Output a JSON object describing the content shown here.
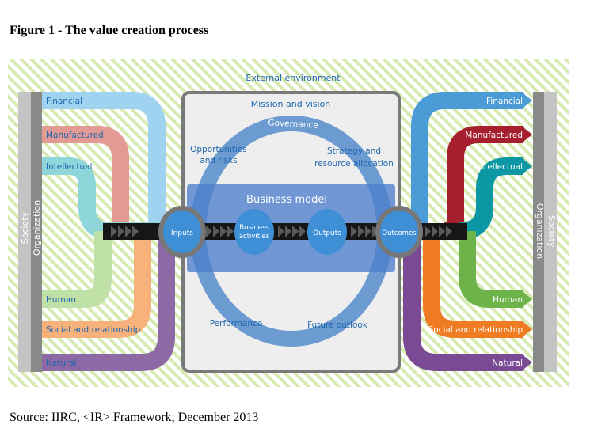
{
  "figure_title": "Figure 1 - The value creation process",
  "source_note": "Source: IIRC, <IR> Framework, December 2013",
  "external_environment": "External environment",
  "mission_vision": "Mission and vision",
  "governance": "Governance",
  "opportunities_risks": [
    "Opportunities",
    "and risks"
  ],
  "strategy_allocation": [
    "Strategy and",
    "resource allocation"
  ],
  "business_model": "Business model",
  "nodes": {
    "inputs": "Inputs",
    "business_activities": [
      "Business",
      "activities"
    ],
    "outputs": "Outputs",
    "outcomes": "Outcomes"
  },
  "performance": "Performance",
  "future_outlook": "Future outlook",
  "society": "Society",
  "organization": "Organization",
  "capitals_left": [
    {
      "name": "Financial",
      "color": "#9fd3f0"
    },
    {
      "name": "Manufactured",
      "color": "#e39a94"
    },
    {
      "name": "Intellectual",
      "color": "#8fd6da"
    },
    {
      "name": "Human",
      "color": "#bfe0a7"
    },
    {
      "name": "Social and relationship",
      "color": "#f6b27a"
    },
    {
      "name": "Natural",
      "color": "#8d6aa5"
    }
  ],
  "capitals_right": [
    {
      "name": "Financial",
      "color": "#4a9bd6"
    },
    {
      "name": "Manufactured",
      "color": "#a51f2e"
    },
    {
      "name": "Intellectual",
      "color": "#0b98a4"
    },
    {
      "name": "Human",
      "color": "#6db34a"
    },
    {
      "name": "Social and relationship",
      "color": "#ef7b22"
    },
    {
      "name": "Natural",
      "color": "#7b4a94"
    }
  ],
  "colors": {
    "label_blue": "#1f66ad",
    "ring_blue": "#6b9bd1",
    "bm_blue": "#3b6fc4",
    "node_blue": "#3f8fd6",
    "frame_gray": "#7a7a7a",
    "hatch_green": "#cfe6a8"
  }
}
